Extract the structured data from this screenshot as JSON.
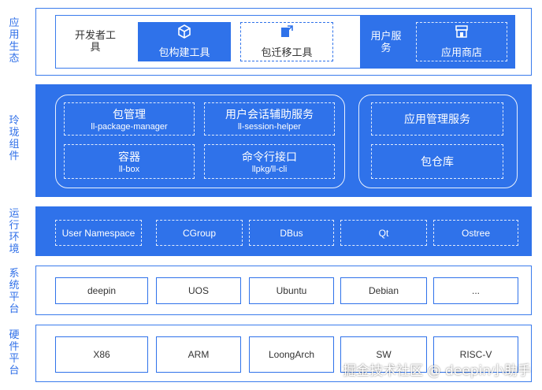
{
  "layers": {
    "app_ecosystem": "应用生态",
    "components": "玲珑组件",
    "runtime": "运行环境",
    "system": "系统平台",
    "hardware": "硬件平台"
  },
  "app_ecosystem": {
    "dev_tools_label": "开发者工具",
    "build_tool": "包构建工具",
    "migrate_tool": "包迁移工具",
    "user_service_label": "用户服务",
    "app_store": "应用商店"
  },
  "components": {
    "pkg_mgr_title": "包管理",
    "pkg_mgr_sub": "ll-package-manager",
    "session_title": "用户会话辅助服务",
    "session_sub": "ll-session-helper",
    "container_title": "容器",
    "container_sub": "ll-box",
    "cli_title": "命令行接口",
    "cli_sub": "llpkg/ll-cli",
    "app_mgmt": "应用管理服务",
    "repo": "包仓库"
  },
  "runtime": [
    "User Namespace",
    "CGroup",
    "DBus",
    "Qt",
    "Ostree"
  ],
  "system": [
    "deepin",
    "UOS",
    "Ubuntu",
    "Debian",
    "..."
  ],
  "hardware": [
    "X86",
    "ARM",
    "LoongArch",
    "SW",
    "RISC-V"
  ],
  "watermark": "掘金技术社区 @ deepin小助手",
  "colors": {
    "accent": "#2f72ea",
    "label": "#2f6fe8"
  }
}
